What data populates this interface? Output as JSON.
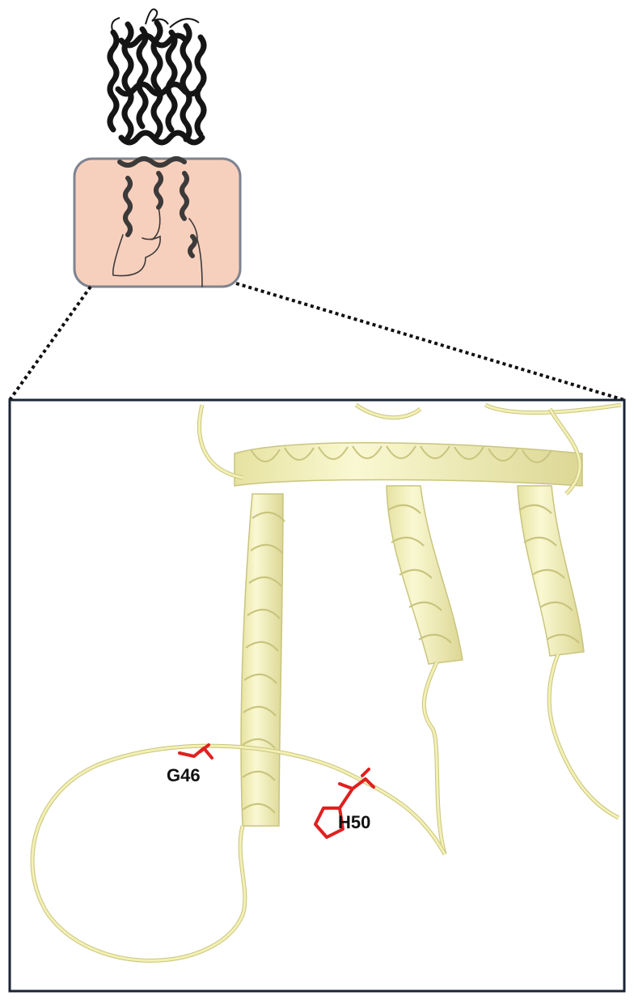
{
  "residues": [
    {
      "id": "g46",
      "label": "G46"
    },
    {
      "id": "h50",
      "label": "H50"
    }
  ],
  "colors": {
    "overview_protein": "#1a1a1a",
    "highlight_box_fill": "#f7d0bd",
    "highlight_box_stroke": "#7e8391",
    "zoom_frame": "#1b2433",
    "helix_fill": "#f3f0b4",
    "helix_edge": "#c9c47e",
    "residue": "#e0201f"
  }
}
